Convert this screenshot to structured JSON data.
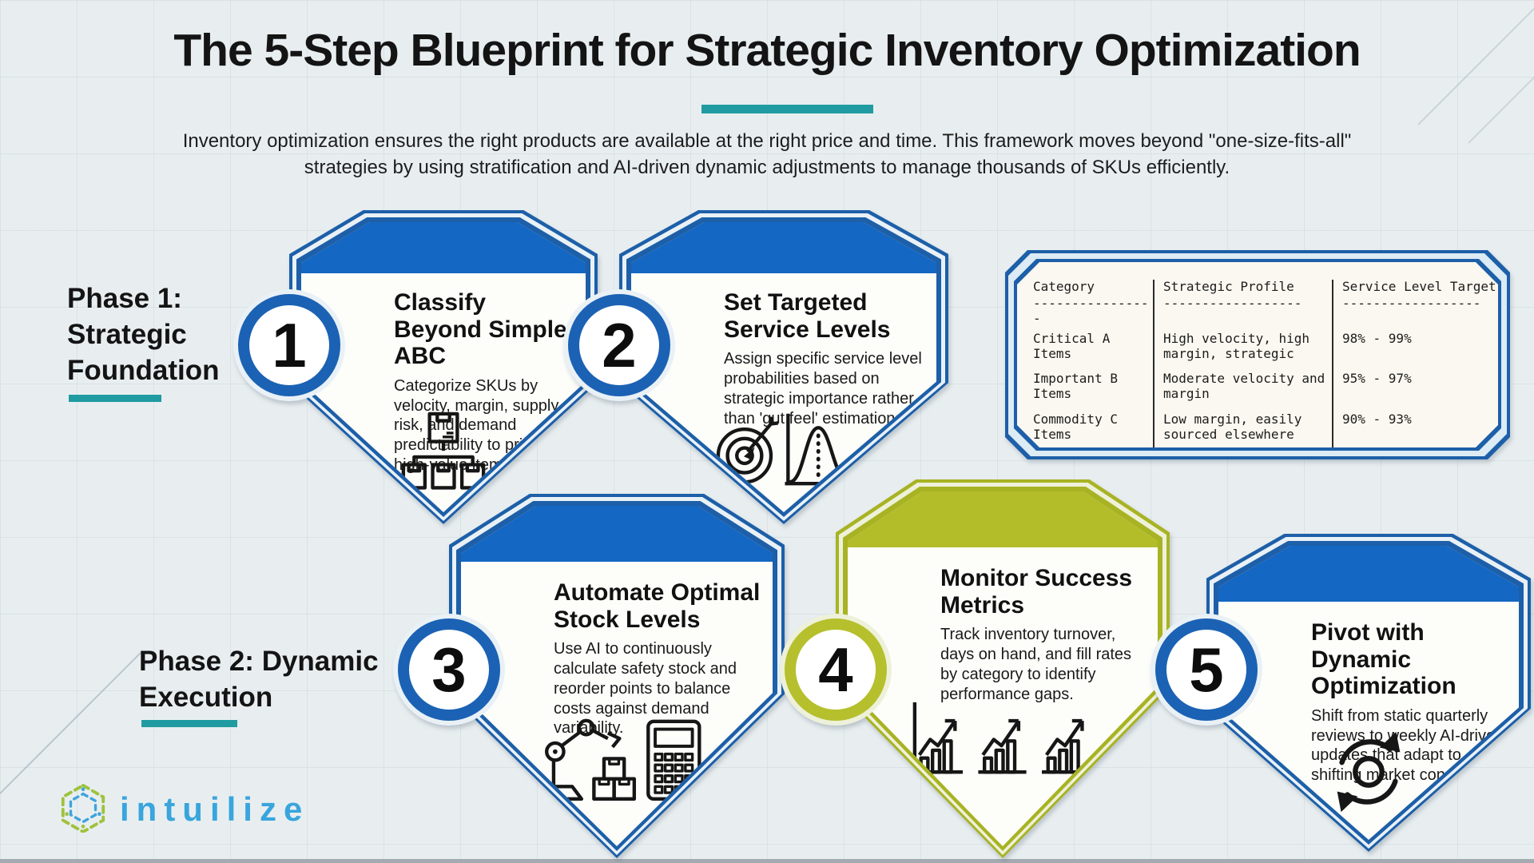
{
  "header": {
    "title": "The 5-Step Blueprint for Strategic Inventory Optimization",
    "subtitle": "Inventory optimization ensures the right products are available at the right price and time. This framework moves beyond \"one-size-fits-all\" strategies by using stratification and AI-driven dynamic adjustments to manage thousands of SKUs efficiently."
  },
  "phases": [
    {
      "lines": [
        "Phase 1:",
        "Strategic",
        "Foundation"
      ]
    },
    {
      "lines": [
        "Phase 2: Dynamic",
        "Execution"
      ]
    }
  ],
  "steps": [
    {
      "number": "1",
      "title": "Classify Beyond Simple ABC",
      "description": "Categorize SKUs by velocity, margin, supply risk, and demand predictability to prioritize high-value items.",
      "icon": "package-hierarchy-icon",
      "accent": "blue"
    },
    {
      "number": "2",
      "title": "Set Targeted Service Levels",
      "description": "Assign specific service level probabilities based on strategic importance rather than 'gut feel' estimations.",
      "icon": "target-distribution-icon",
      "accent": "blue"
    },
    {
      "number": "3",
      "title": "Automate Optimal Stock Levels",
      "description": "Use AI to continuously calculate safety stock and reorder points to balance costs against demand variability.",
      "icon": "robot-arm-calculator-icon",
      "accent": "blue"
    },
    {
      "number": "4",
      "title": "Monitor Success Metrics",
      "description": "Track inventory turnover, days on hand, and fill rates by category to identify performance gaps.",
      "icon": "growth-charts-icon",
      "accent": "green"
    },
    {
      "number": "5",
      "title": "Pivot with Dynamic Optimization",
      "description": "Shift from static quarterly reviews to weekly AI-driven updates that adapt to shifting market conditions.",
      "icon": "refresh-cycle-icon",
      "accent": "blue"
    }
  ],
  "table": {
    "columns": [
      "Category",
      "Strategic Profile",
      "Service Level Target"
    ],
    "dividers": [
      "----------------",
      "------------------",
      "------------------"
    ],
    "rows": [
      [
        "Critical A Items",
        "High velocity, high margin, strategic",
        "98% - 99%"
      ],
      [
        "Important B Items",
        "Moderate velocity and margin",
        "95% - 97%"
      ],
      [
        "Commodity C Items",
        "Low margin, easily sourced elsewhere",
        "90% - 93%"
      ]
    ]
  },
  "logo": {
    "text": "intuilize",
    "icon": "hex-dots-logo-icon"
  },
  "colors": {
    "accent_blue": "#1a64b8",
    "accent_green": "#b0ba28",
    "teal_underline": "#1f9ba1",
    "logo_blue": "#39a5dc",
    "logo_green": "#9fc23c"
  }
}
